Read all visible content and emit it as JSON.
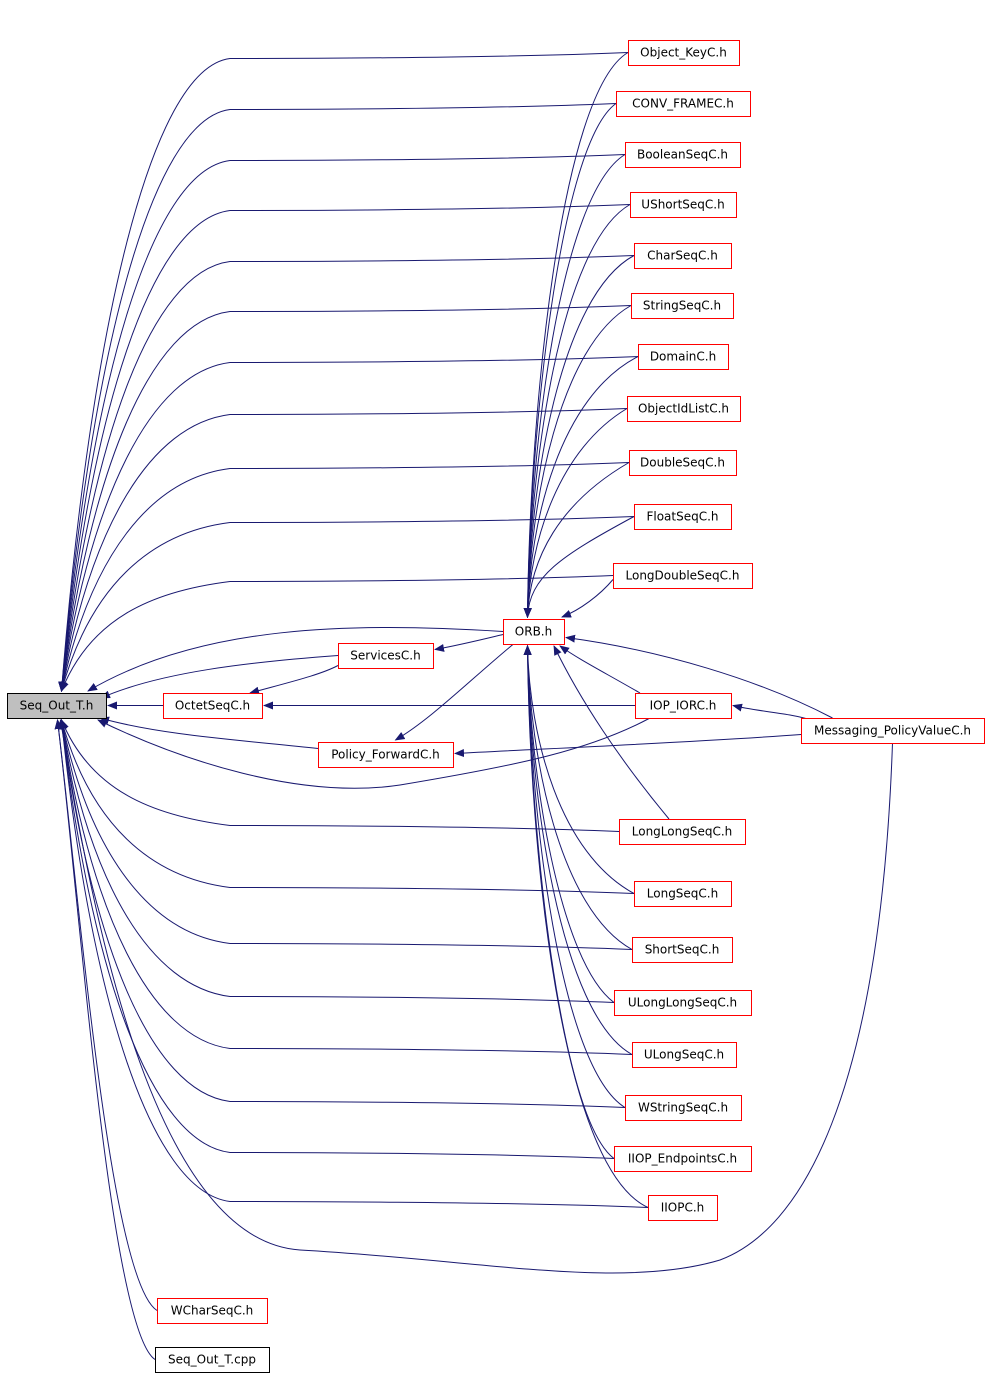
{
  "colors": {
    "edge": "#191970",
    "node_border_linked": "#ff0000",
    "node_border_plain": "#000000",
    "root_fill": "#bfbfbf",
    "node_fill": "#ffffff"
  },
  "nodes": [
    {
      "id": "seq_out_t_h",
      "label": "Seq_Out_T.h",
      "kind": "root"
    },
    {
      "id": "object_keyc_h",
      "label": "Object_KeyC.h",
      "kind": "linked"
    },
    {
      "id": "conv_framec_h",
      "label": "CONV_FRAMEC.h",
      "kind": "linked"
    },
    {
      "id": "booleanseqc_h",
      "label": "BooleanSeqC.h",
      "kind": "linked"
    },
    {
      "id": "ushortseqc_h",
      "label": "UShortSeqC.h",
      "kind": "linked"
    },
    {
      "id": "charseqc_h",
      "label": "CharSeqC.h",
      "kind": "linked"
    },
    {
      "id": "stringseqc_h",
      "label": "StringSeqC.h",
      "kind": "linked"
    },
    {
      "id": "domainc_h",
      "label": "DomainC.h",
      "kind": "linked"
    },
    {
      "id": "objectidlistc_h",
      "label": "ObjectIdListC.h",
      "kind": "linked"
    },
    {
      "id": "doubleseqc_h",
      "label": "DoubleSeqC.h",
      "kind": "linked"
    },
    {
      "id": "floatseqc_h",
      "label": "FloatSeqC.h",
      "kind": "linked"
    },
    {
      "id": "longdoubleseqc_h",
      "label": "LongDoubleSeqC.h",
      "kind": "linked"
    },
    {
      "id": "orb_h",
      "label": "ORB.h",
      "kind": "linked"
    },
    {
      "id": "servicesc_h",
      "label": "ServicesC.h",
      "kind": "linked"
    },
    {
      "id": "octetseqc_h",
      "label": "OctetSeqC.h",
      "kind": "linked"
    },
    {
      "id": "iop_iorc_h",
      "label": "IOP_IORC.h",
      "kind": "linked"
    },
    {
      "id": "messaging_policyvaluec_h",
      "label": "Messaging_PolicyValueC.h",
      "kind": "linked"
    },
    {
      "id": "policy_forwardc_h",
      "label": "Policy_ForwardC.h",
      "kind": "linked"
    },
    {
      "id": "longlongseqc_h",
      "label": "LongLongSeqC.h",
      "kind": "linked"
    },
    {
      "id": "longseqc_h",
      "label": "LongSeqC.h",
      "kind": "linked"
    },
    {
      "id": "shortseqc_h",
      "label": "ShortSeqC.h",
      "kind": "linked"
    },
    {
      "id": "ulonglongseqc_h",
      "label": "ULongLongSeqC.h",
      "kind": "linked"
    },
    {
      "id": "ulongseqc_h",
      "label": "ULongSeqC.h",
      "kind": "linked"
    },
    {
      "id": "wstringseqc_h",
      "label": "WStringSeqC.h",
      "kind": "linked"
    },
    {
      "id": "iiop_endpointsc_h",
      "label": "IIOP_EndpointsC.h",
      "kind": "linked"
    },
    {
      "id": "iiopc_h",
      "label": "IIOPC.h",
      "kind": "linked"
    },
    {
      "id": "wcharseqc_h",
      "label": "WCharSeqC.h",
      "kind": "linked"
    },
    {
      "id": "seq_out_t_cpp",
      "label": "Seq_Out_T.cpp",
      "kind": "plain"
    }
  ],
  "edges": [
    {
      "from": "object_keyc_h",
      "to": "seq_out_t_h"
    },
    {
      "from": "conv_framec_h",
      "to": "seq_out_t_h"
    },
    {
      "from": "booleanseqc_h",
      "to": "seq_out_t_h"
    },
    {
      "from": "ushortseqc_h",
      "to": "seq_out_t_h"
    },
    {
      "from": "charseqc_h",
      "to": "seq_out_t_h"
    },
    {
      "from": "stringseqc_h",
      "to": "seq_out_t_h"
    },
    {
      "from": "domainc_h",
      "to": "seq_out_t_h"
    },
    {
      "from": "objectidlistc_h",
      "to": "seq_out_t_h"
    },
    {
      "from": "doubleseqc_h",
      "to": "seq_out_t_h"
    },
    {
      "from": "floatseqc_h",
      "to": "seq_out_t_h"
    },
    {
      "from": "longdoubleseqc_h",
      "to": "seq_out_t_h"
    },
    {
      "from": "orb_h",
      "to": "seq_out_t_h"
    },
    {
      "from": "servicesc_h",
      "to": "seq_out_t_h"
    },
    {
      "from": "octetseqc_h",
      "to": "seq_out_t_h"
    },
    {
      "from": "iop_iorc_h",
      "to": "seq_out_t_h"
    },
    {
      "from": "policy_forwardc_h",
      "to": "seq_out_t_h"
    },
    {
      "from": "longlongseqc_h",
      "to": "seq_out_t_h"
    },
    {
      "from": "longseqc_h",
      "to": "seq_out_t_h"
    },
    {
      "from": "shortseqc_h",
      "to": "seq_out_t_h"
    },
    {
      "from": "ulonglongseqc_h",
      "to": "seq_out_t_h"
    },
    {
      "from": "ulongseqc_h",
      "to": "seq_out_t_h"
    },
    {
      "from": "wstringseqc_h",
      "to": "seq_out_t_h"
    },
    {
      "from": "iiop_endpointsc_h",
      "to": "seq_out_t_h"
    },
    {
      "from": "iiopc_h",
      "to": "seq_out_t_h"
    },
    {
      "from": "messaging_policyvaluec_h",
      "to": "seq_out_t_h"
    },
    {
      "from": "wcharseqc_h",
      "to": "seq_out_t_h"
    },
    {
      "from": "seq_out_t_cpp",
      "to": "seq_out_t_h"
    },
    {
      "from": "orb_h",
      "to": "servicesc_h"
    },
    {
      "from": "servicesc_h",
      "to": "octetseqc_h"
    },
    {
      "from": "iop_iorc_h",
      "to": "octetseqc_h"
    },
    {
      "from": "longdoubleseqc_h",
      "to": "orb_h"
    },
    {
      "from": "object_keyc_h",
      "to": "orb_h"
    },
    {
      "from": "conv_framec_h",
      "to": "orb_h"
    },
    {
      "from": "booleanseqc_h",
      "to": "orb_h"
    },
    {
      "from": "ushortseqc_h",
      "to": "orb_h"
    },
    {
      "from": "charseqc_h",
      "to": "orb_h"
    },
    {
      "from": "stringseqc_h",
      "to": "orb_h"
    },
    {
      "from": "domainc_h",
      "to": "orb_h"
    },
    {
      "from": "objectidlistc_h",
      "to": "orb_h"
    },
    {
      "from": "doubleseqc_h",
      "to": "orb_h"
    },
    {
      "from": "floatseqc_h",
      "to": "orb_h"
    },
    {
      "from": "iop_iorc_h",
      "to": "orb_h"
    },
    {
      "from": "messaging_policyvaluec_h",
      "to": "orb_h"
    },
    {
      "from": "longlongseqc_h",
      "to": "orb_h"
    },
    {
      "from": "longseqc_h",
      "to": "orb_h"
    },
    {
      "from": "shortseqc_h",
      "to": "orb_h"
    },
    {
      "from": "ulonglongseqc_h",
      "to": "orb_h"
    },
    {
      "from": "ulongseqc_h",
      "to": "orb_h"
    },
    {
      "from": "wstringseqc_h",
      "to": "orb_h"
    },
    {
      "from": "iiop_endpointsc_h",
      "to": "orb_h"
    },
    {
      "from": "iiopc_h",
      "to": "orb_h"
    },
    {
      "from": "messaging_policyvaluec_h",
      "to": "iop_iorc_h"
    },
    {
      "from": "messaging_policyvaluec_h",
      "to": "policy_forwardc_h"
    },
    {
      "from": "orb_h",
      "to": "policy_forwardc_h"
    }
  ]
}
